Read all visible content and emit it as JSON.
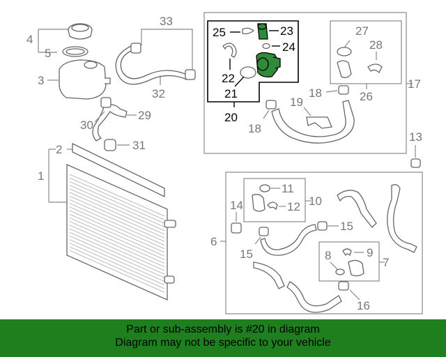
{
  "diagram": {
    "callouts": {
      "c1": "1",
      "c2": "2",
      "c3": "3",
      "c4": "4",
      "c5": "5",
      "c6": "6",
      "c7": "7",
      "c8": "8",
      "c9": "9",
      "c10": "10",
      "c11": "11",
      "c12": "12",
      "c13": "13",
      "c14": "14",
      "c15a": "15",
      "c15b": "15",
      "c16": "16",
      "c17": "17",
      "c18a": "18",
      "c18b": "18",
      "c19": "19",
      "c20": "20",
      "c21": "21",
      "c22": "22",
      "c23": "23",
      "c24": "24",
      "c25": "25",
      "c26": "26",
      "c27": "27",
      "c28": "28",
      "c29": "29",
      "c30": "30",
      "c31": "31",
      "c32": "32",
      "c33": "33"
    },
    "highlighted_part": "20",
    "colors": {
      "highlight": "#2f8a3a",
      "banner": "#1f7f1f",
      "line": "#888888"
    }
  },
  "banner": {
    "line1": "Part or sub-assembly is #20 in diagram",
    "line2": "Diagram may not be specific to your vehicle"
  }
}
